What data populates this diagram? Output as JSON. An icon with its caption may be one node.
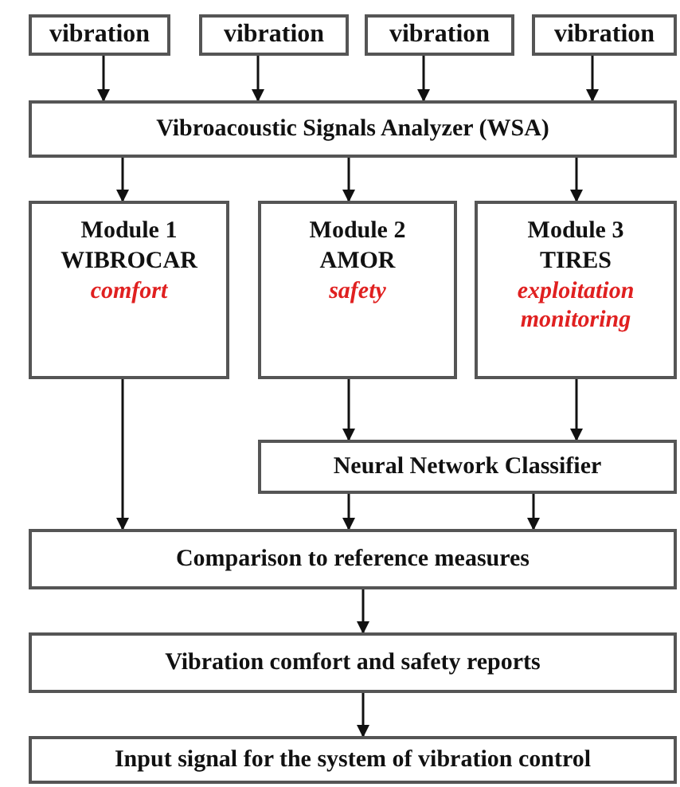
{
  "diagram": {
    "nodes": [
      {
        "text": [
          "vibration"
        ]
      },
      {
        "text": [
          "vibration"
        ]
      },
      {
        "text": [
          "vibration"
        ]
      },
      {
        "text": [
          "vibration"
        ]
      },
      {
        "text": [
          "Vibroacoustic Signals Analyzer (WSA)"
        ]
      },
      {
        "text": [
          "Module 1",
          "WIBROCAR",
          "comfort"
        ]
      },
      {
        "text": [
          "Module 2",
          "AMOR",
          "safety"
        ]
      },
      {
        "text": [
          "Module 3",
          "TIRES",
          "exploitation monitoring"
        ]
      },
      {
        "text": [
          "Neural Network Classifier"
        ]
      },
      {
        "text": [
          "Comparison to reference measures"
        ]
      },
      {
        "text": [
          "Vibration comfort and safety reports"
        ]
      },
      {
        "text": [
          "Input signal for the system of vibration control"
        ]
      }
    ],
    "edges": [
      {
        "from": 0,
        "to": 4,
        "arrow": "to"
      },
      {
        "from": 1,
        "to": 4,
        "arrow": "to"
      },
      {
        "from": 2,
        "to": 4,
        "arrow": "to"
      },
      {
        "from": 3,
        "to": 4,
        "arrow": "to"
      },
      {
        "from": 4,
        "to": 5,
        "arrow": "to"
      },
      {
        "from": 4,
        "to": 6,
        "arrow": "to"
      },
      {
        "from": 4,
        "to": 7,
        "arrow": "to"
      },
      {
        "from": 5,
        "to": 9,
        "arrow": "to"
      },
      {
        "from": 6,
        "to": 8,
        "arrow": "to"
      },
      {
        "from": 7,
        "to": 8,
        "arrow": "to"
      },
      {
        "from": 8,
        "to": 9,
        "arrow": "to"
      },
      {
        "from": 8,
        "to": 9,
        "arrow": "to"
      },
      {
        "from": 9,
        "to": 10,
        "arrow": "to"
      },
      {
        "from": 10,
        "to": 11,
        "arrow": "to"
      }
    ]
  }
}
